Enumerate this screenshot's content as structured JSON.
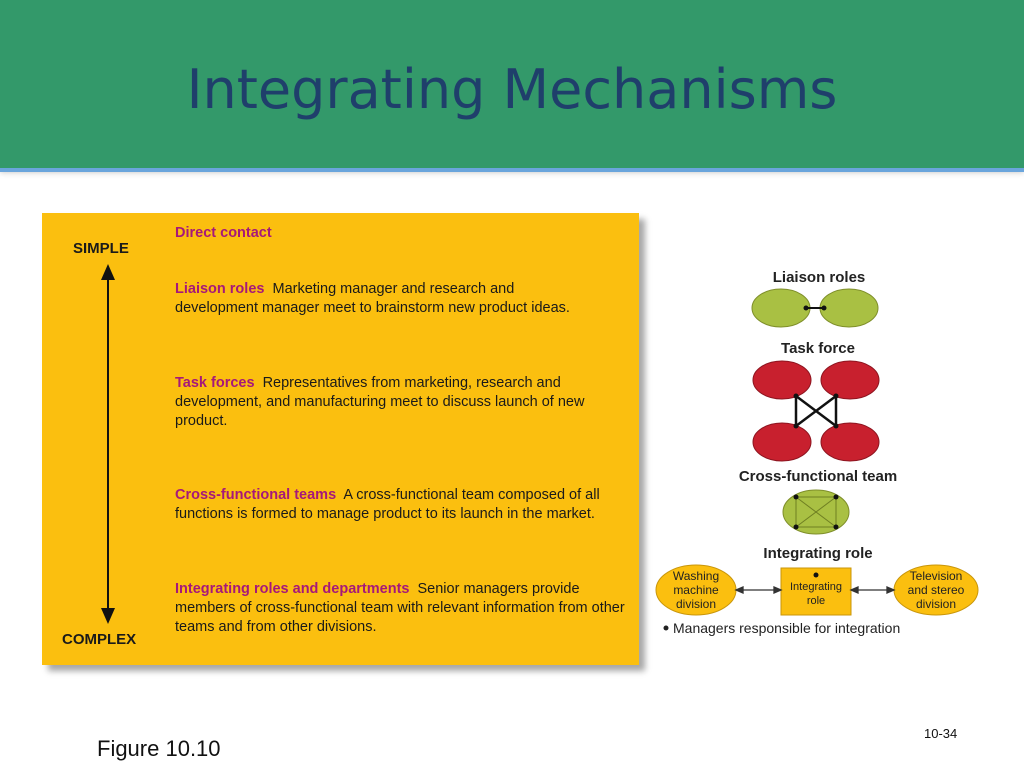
{
  "slide": {
    "title": "Integrating Mechanisms",
    "caption": "Figure 10.10",
    "page_number": "10-34"
  },
  "scale": {
    "top_label": "SIMPLE",
    "bottom_label": "COMPLEX"
  },
  "mechanisms": [
    {
      "heading": "Direct contact",
      "description": ""
    },
    {
      "heading": "Liaison roles",
      "description": "Marketing manager and research and development manager meet to brainstorm new product ideas."
    },
    {
      "heading": "Task forces",
      "description": "Representatives from marketing, research and development, and manufacturing meet to discuss launch of new product."
    },
    {
      "heading": "Cross-functional teams",
      "description": "A cross-functional team composed of all functions is formed to manage product to its launch in the market."
    },
    {
      "heading": "Integrating roles and departments",
      "description": "Senior managers provide members of cross-functional team with relevant information from other teams and from other divisions."
    }
  ],
  "diagram": {
    "liaison_title": "Liaison roles",
    "taskforce_title": "Task force",
    "crossfunctional_title": "Cross-functional team",
    "integrating_title": "Integrating role",
    "left_division": [
      "Washing",
      "machine",
      "division"
    ],
    "center_role": [
      "Integrating",
      "role"
    ],
    "right_division": [
      "Television",
      "and stereo",
      "division"
    ],
    "legend": "Managers responsible for integration",
    "colors": {
      "green": "#a9c043",
      "red": "#c8202e",
      "yellow": "#fbbf0f"
    }
  }
}
